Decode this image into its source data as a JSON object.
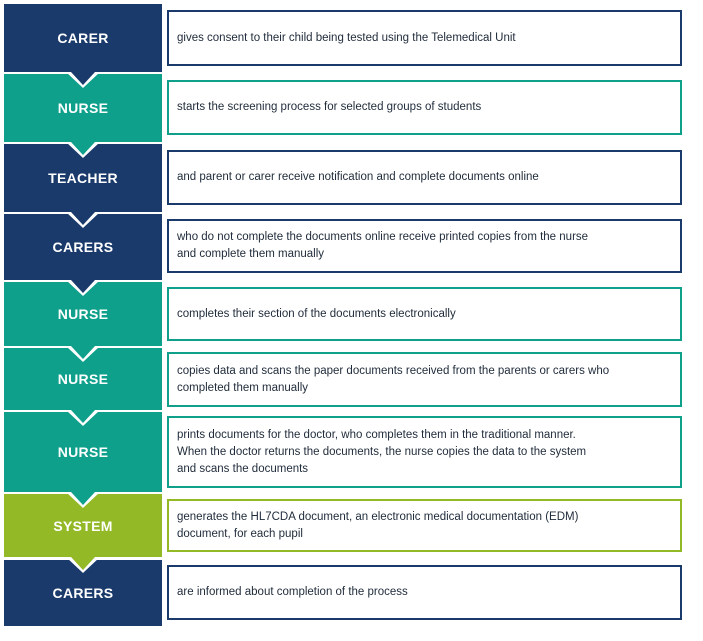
{
  "colors": {
    "navy": "#1a3a6b",
    "teal": "#0fa08c",
    "green": "#93b926"
  },
  "steps": [
    {
      "role": "CARER",
      "text": "gives consent to their child being tested using the Telemedical Unit",
      "color": "navy"
    },
    {
      "role": "NURSE",
      "text": "starts the screening process for selected groups of students",
      "color": "teal"
    },
    {
      "role": "TEACHER",
      "text": "and parent or carer receive notification and complete documents online",
      "color": "navy"
    },
    {
      "role": "CARERS",
      "text": "who do not complete the documents online receive printed copies from the nurse\nand complete them manually",
      "color": "navy"
    },
    {
      "role": "NURSE",
      "text": "completes their section of the documents electronically",
      "color": "teal"
    },
    {
      "role": "NURSE",
      "text": "copies data and scans the paper documents received from the parents or carers who\ncompleted them manually",
      "color": "teal"
    },
    {
      "role": "NURSE",
      "text": "prints documents for the doctor, who completes them in the traditional manner.\nWhen the doctor returns the documents, the nurse copies the data to the system\nand scans the documents",
      "color": "teal"
    },
    {
      "role": "SYSTEM",
      "text": "generates the HL7CDA document, an electronic medical documentation (EDM)\ndocument, for each pupil",
      "color": "green"
    },
    {
      "role": "CARERS",
      "text": "are informed about completion of the process",
      "color": "navy"
    }
  ]
}
